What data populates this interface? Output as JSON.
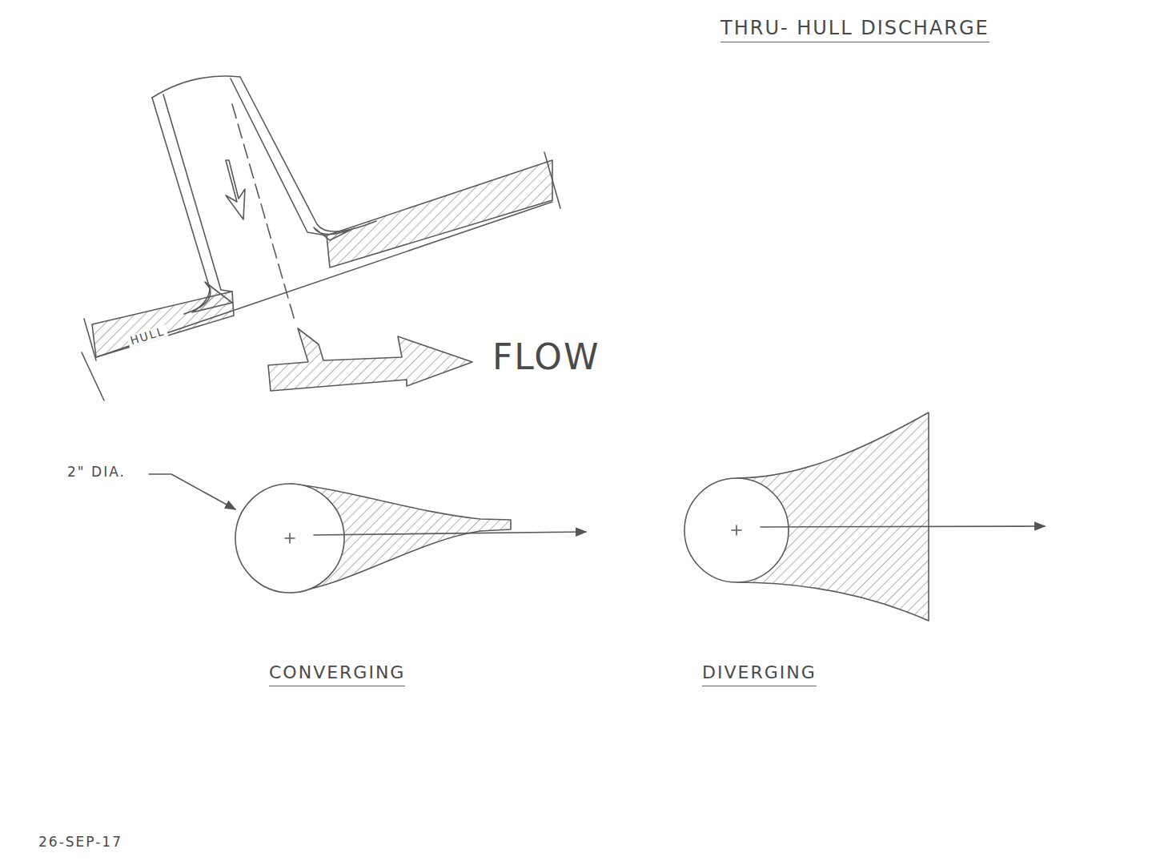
{
  "diagram": {
    "title": "THRU- HULL DISCHARGE",
    "labels": [
      "HULL",
      "FLOW",
      "2\" DIA.",
      "CONVERGING",
      "DIVERGING",
      "26-SEP-17"
    ]
  }
}
